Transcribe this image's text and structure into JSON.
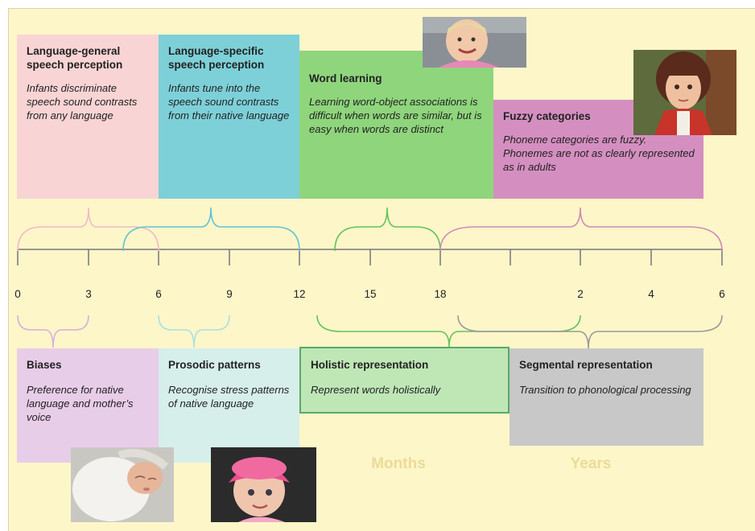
{
  "stages_top": [
    {
      "title": "Language-general speech perception",
      "desc": "Infants discriminate speech sound contrasts from any language"
    },
    {
      "title": "Language-specific speech perception",
      "desc": "Infants tune into the speech sound contrasts from their native language"
    },
    {
      "title": "Word learning",
      "desc": "Learning word-object associations is difficult when words are similar, but is easy when words are distinct"
    },
    {
      "title": "Fuzzy categories",
      "desc": "Phoneme categories are fuzzy. Phonemes are not as clearly represented as in adults"
    }
  ],
  "stages_bottom": [
    {
      "title": "Biases",
      "desc": "Preference for native language and mother’s voice"
    },
    {
      "title": "Prosodic patterns",
      "desc": "Recognise stress patterns of native language"
    },
    {
      "title": "Holistic representation",
      "desc": "Represent words holistically"
    },
    {
      "title": "Segmental representation",
      "desc": "Transition to phonological processing"
    }
  ],
  "timeline": {
    "ticks": [
      "0",
      "3",
      "6",
      "9",
      "12",
      "15",
      "18",
      "2",
      "4",
      "6"
    ],
    "units": [
      "Months",
      "Years"
    ]
  },
  "colors": {
    "background": "#fdf6c9",
    "pink": "#f9d4d4",
    "cyan": "#7dd0d8",
    "green": "#8fd57c",
    "purple": "#d48fc0",
    "lavender": "#e8cde8",
    "mint": "#d6efea",
    "holistic": "#bfe7b6",
    "segmental": "#c8c8c8"
  },
  "photos": [
    "smiling-toddler-photo",
    "child-portrait-photo",
    "sleeping-newborn-photo",
    "baby-pink-hat-photo"
  ]
}
